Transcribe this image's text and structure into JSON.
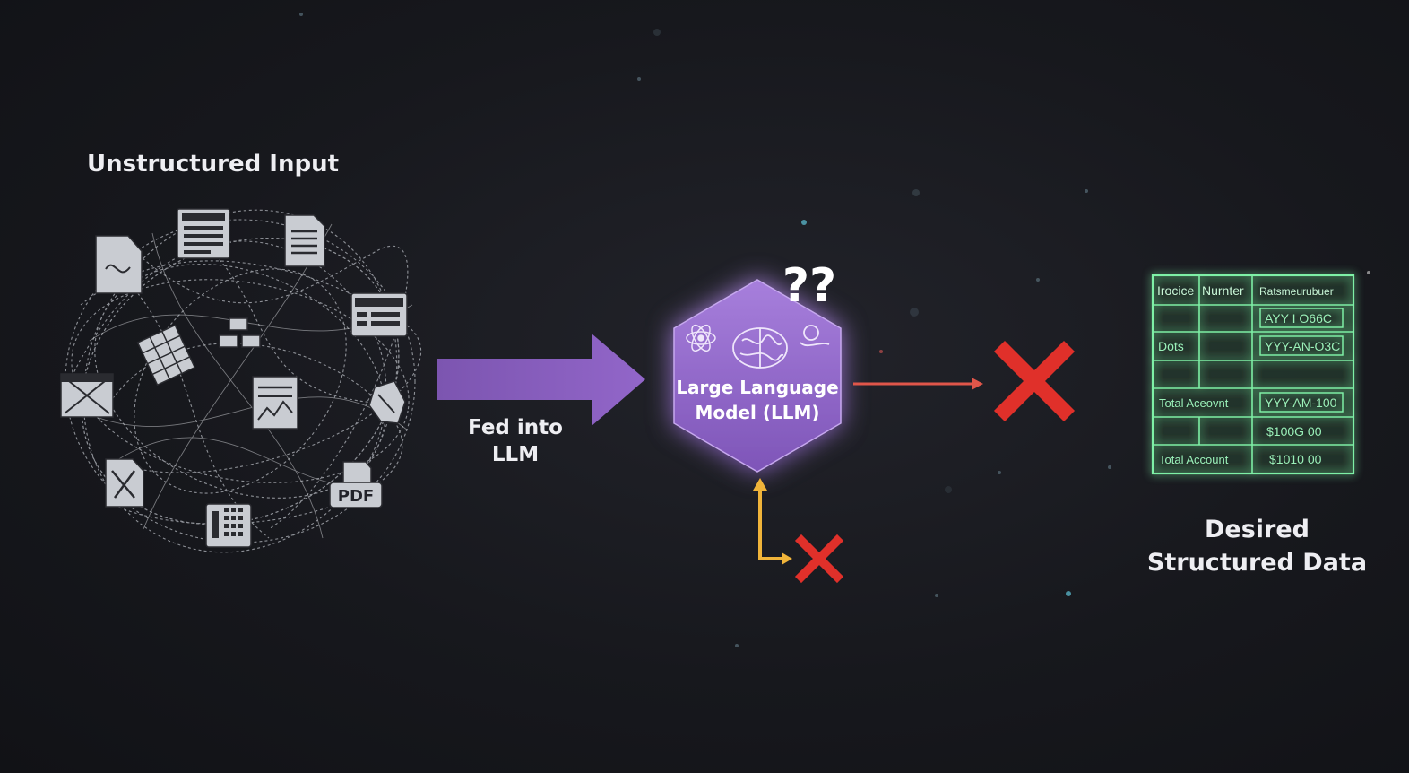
{
  "input_section": {
    "title": "Unstructured Input",
    "pdf_label": "PDF"
  },
  "arrow": {
    "label_line1": "Fed into",
    "label_line2": "LLM"
  },
  "llm": {
    "line1": "Large Language",
    "line2": "Model (LLM)",
    "question_marks": "??"
  },
  "output_section": {
    "title_line1": "Desired",
    "title_line2": "Structured Data",
    "table": [
      [
        "Irocice",
        "Nurnter",
        "Ratsmeurubuer"
      ],
      [
        "",
        "",
        "AYY I O66C"
      ],
      [
        "Dots",
        "",
        "YYY-AN-O3C"
      ],
      [
        "",
        "",
        ""
      ],
      [
        "Total Aceovnt",
        "",
        "YYY-AM-100"
      ],
      [
        "",
        "",
        "$100G 00"
      ],
      [
        "Total Account",
        "",
        "$1010 00"
      ]
    ]
  },
  "colors": {
    "background": "#17181d",
    "arrow_purple": "#8b5fc0",
    "hexagon_purple": "#9a6fd0",
    "fail_red": "#e0302a",
    "feedback_yellow": "#f0b43a",
    "table_green": "#6fe59a"
  }
}
